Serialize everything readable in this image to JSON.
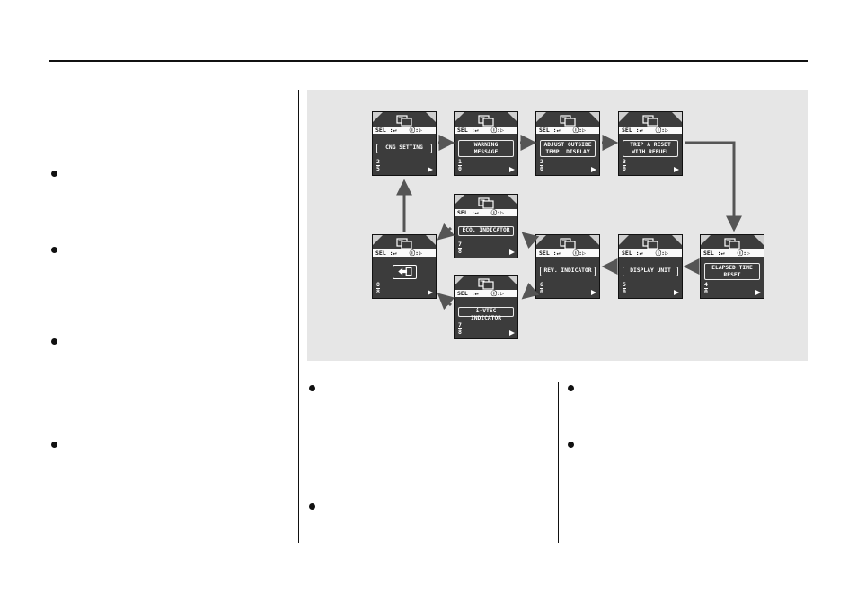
{
  "diagram": {
    "screens": [
      {
        "id": "s-cng",
        "label": "CNG SETTING",
        "num": "2",
        "den": "5"
      },
      {
        "id": "s-warn",
        "label": "WARNING\nMESSAGE",
        "num": "1",
        "den": "0"
      },
      {
        "id": "s-temp",
        "label": "ADJUST OUTSIDE\nTEMP. DISPLAY",
        "num": "2",
        "den": "0"
      },
      {
        "id": "s-tripa",
        "label": "TRIP A RESET\nWITH REFUEL",
        "num": "3",
        "den": "0"
      },
      {
        "id": "s-eco",
        "label": "ECO. INDICATOR",
        "num": "7",
        "den": "8"
      },
      {
        "id": "s-back",
        "label": "",
        "num": "8",
        "den": "8"
      },
      {
        "id": "s-rev",
        "label": "REV. INDICATOR",
        "num": "6",
        "den": "0"
      },
      {
        "id": "s-unit",
        "label": "DISPLAY UNIT",
        "num": "5",
        "den": "0"
      },
      {
        "id": "s-elapsed",
        "label": "ELAPSED TIME\nRESET",
        "num": "4",
        "den": "0"
      },
      {
        "id": "s-ivtec",
        "label": "i-VTEC INDICATOR",
        "num": "7",
        "den": "8"
      }
    ],
    "sel_bar": {
      "sel_label": "SEL :",
      "info_label": ":"
    },
    "colors": {
      "screen_bg": "#3c3c3c",
      "panel_bg": "#e6e6e6",
      "arrow": "#555555"
    }
  }
}
